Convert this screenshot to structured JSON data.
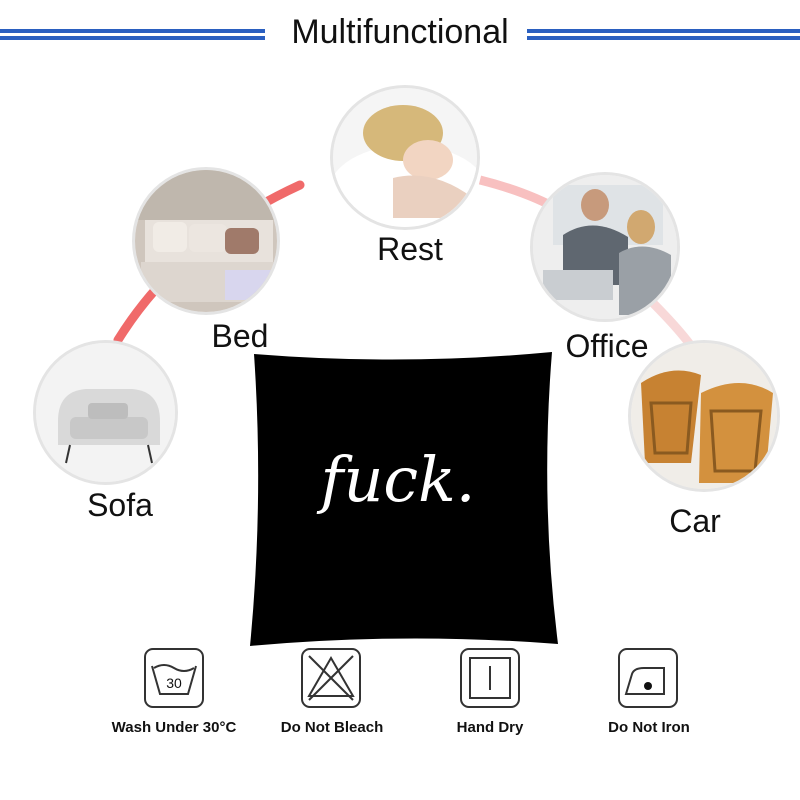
{
  "header": {
    "title": "Multifunctional",
    "rule_color": "#2a5fc0"
  },
  "arc_color": "#f06a6a",
  "uses": [
    {
      "label": "Sofa",
      "icon": "sofa-photo"
    },
    {
      "label": "Bed",
      "icon": "bed-photo"
    },
    {
      "label": "Rest",
      "icon": "rest-photo"
    },
    {
      "label": "Office",
      "icon": "office-photo"
    },
    {
      "label": "Car",
      "icon": "car-seat-photo"
    }
  ],
  "product": {
    "print_text": "fuck.",
    "color": "#000000"
  },
  "care": [
    {
      "label": "Wash Under 30°C",
      "icon": "wash-30-icon",
      "value": "30"
    },
    {
      "label": "Do Not Bleach",
      "icon": "do-not-bleach-icon"
    },
    {
      "label": "Hand Dry",
      "icon": "hand-dry-icon"
    },
    {
      "label": "Do Not Iron",
      "icon": "do-not-iron-icon"
    }
  ]
}
